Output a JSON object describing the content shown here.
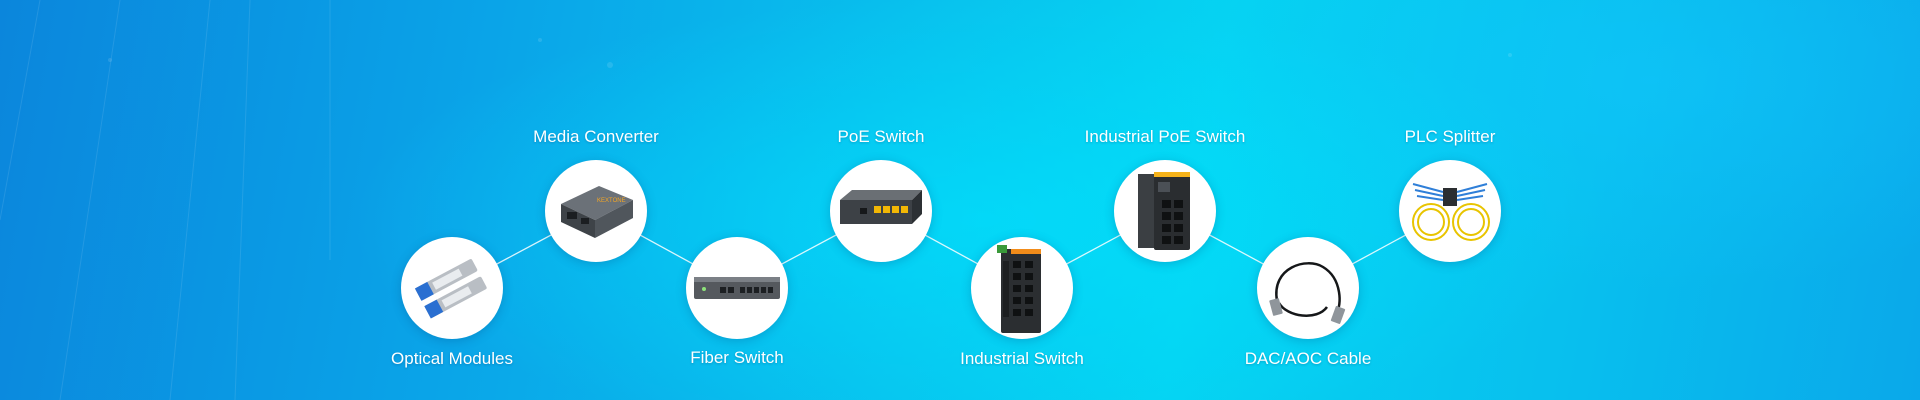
{
  "products": [
    {
      "label": "Optical Modules",
      "icon": "optical-module-icon"
    },
    {
      "label": "Media Converter",
      "icon": "media-converter-icon"
    },
    {
      "label": "Fiber Switch",
      "icon": "fiber-switch-icon"
    },
    {
      "label": "PoE Switch",
      "icon": "poe-switch-icon"
    },
    {
      "label": "Industrial Switch",
      "icon": "industrial-switch-icon"
    },
    {
      "label": "Industrial PoE Switch",
      "icon": "industrial-poe-switch-icon"
    },
    {
      "label": "DAC/AOC  Cable",
      "icon": "dac-aoc-cable-icon"
    },
    {
      "label": "PLC Splitter",
      "icon": "plc-splitter-icon"
    }
  ],
  "colors": {
    "background_start": "#0b86dc",
    "background_mid": "#05d3f2",
    "connector_line": "#ffffff",
    "label_text": "#ffffff"
  }
}
